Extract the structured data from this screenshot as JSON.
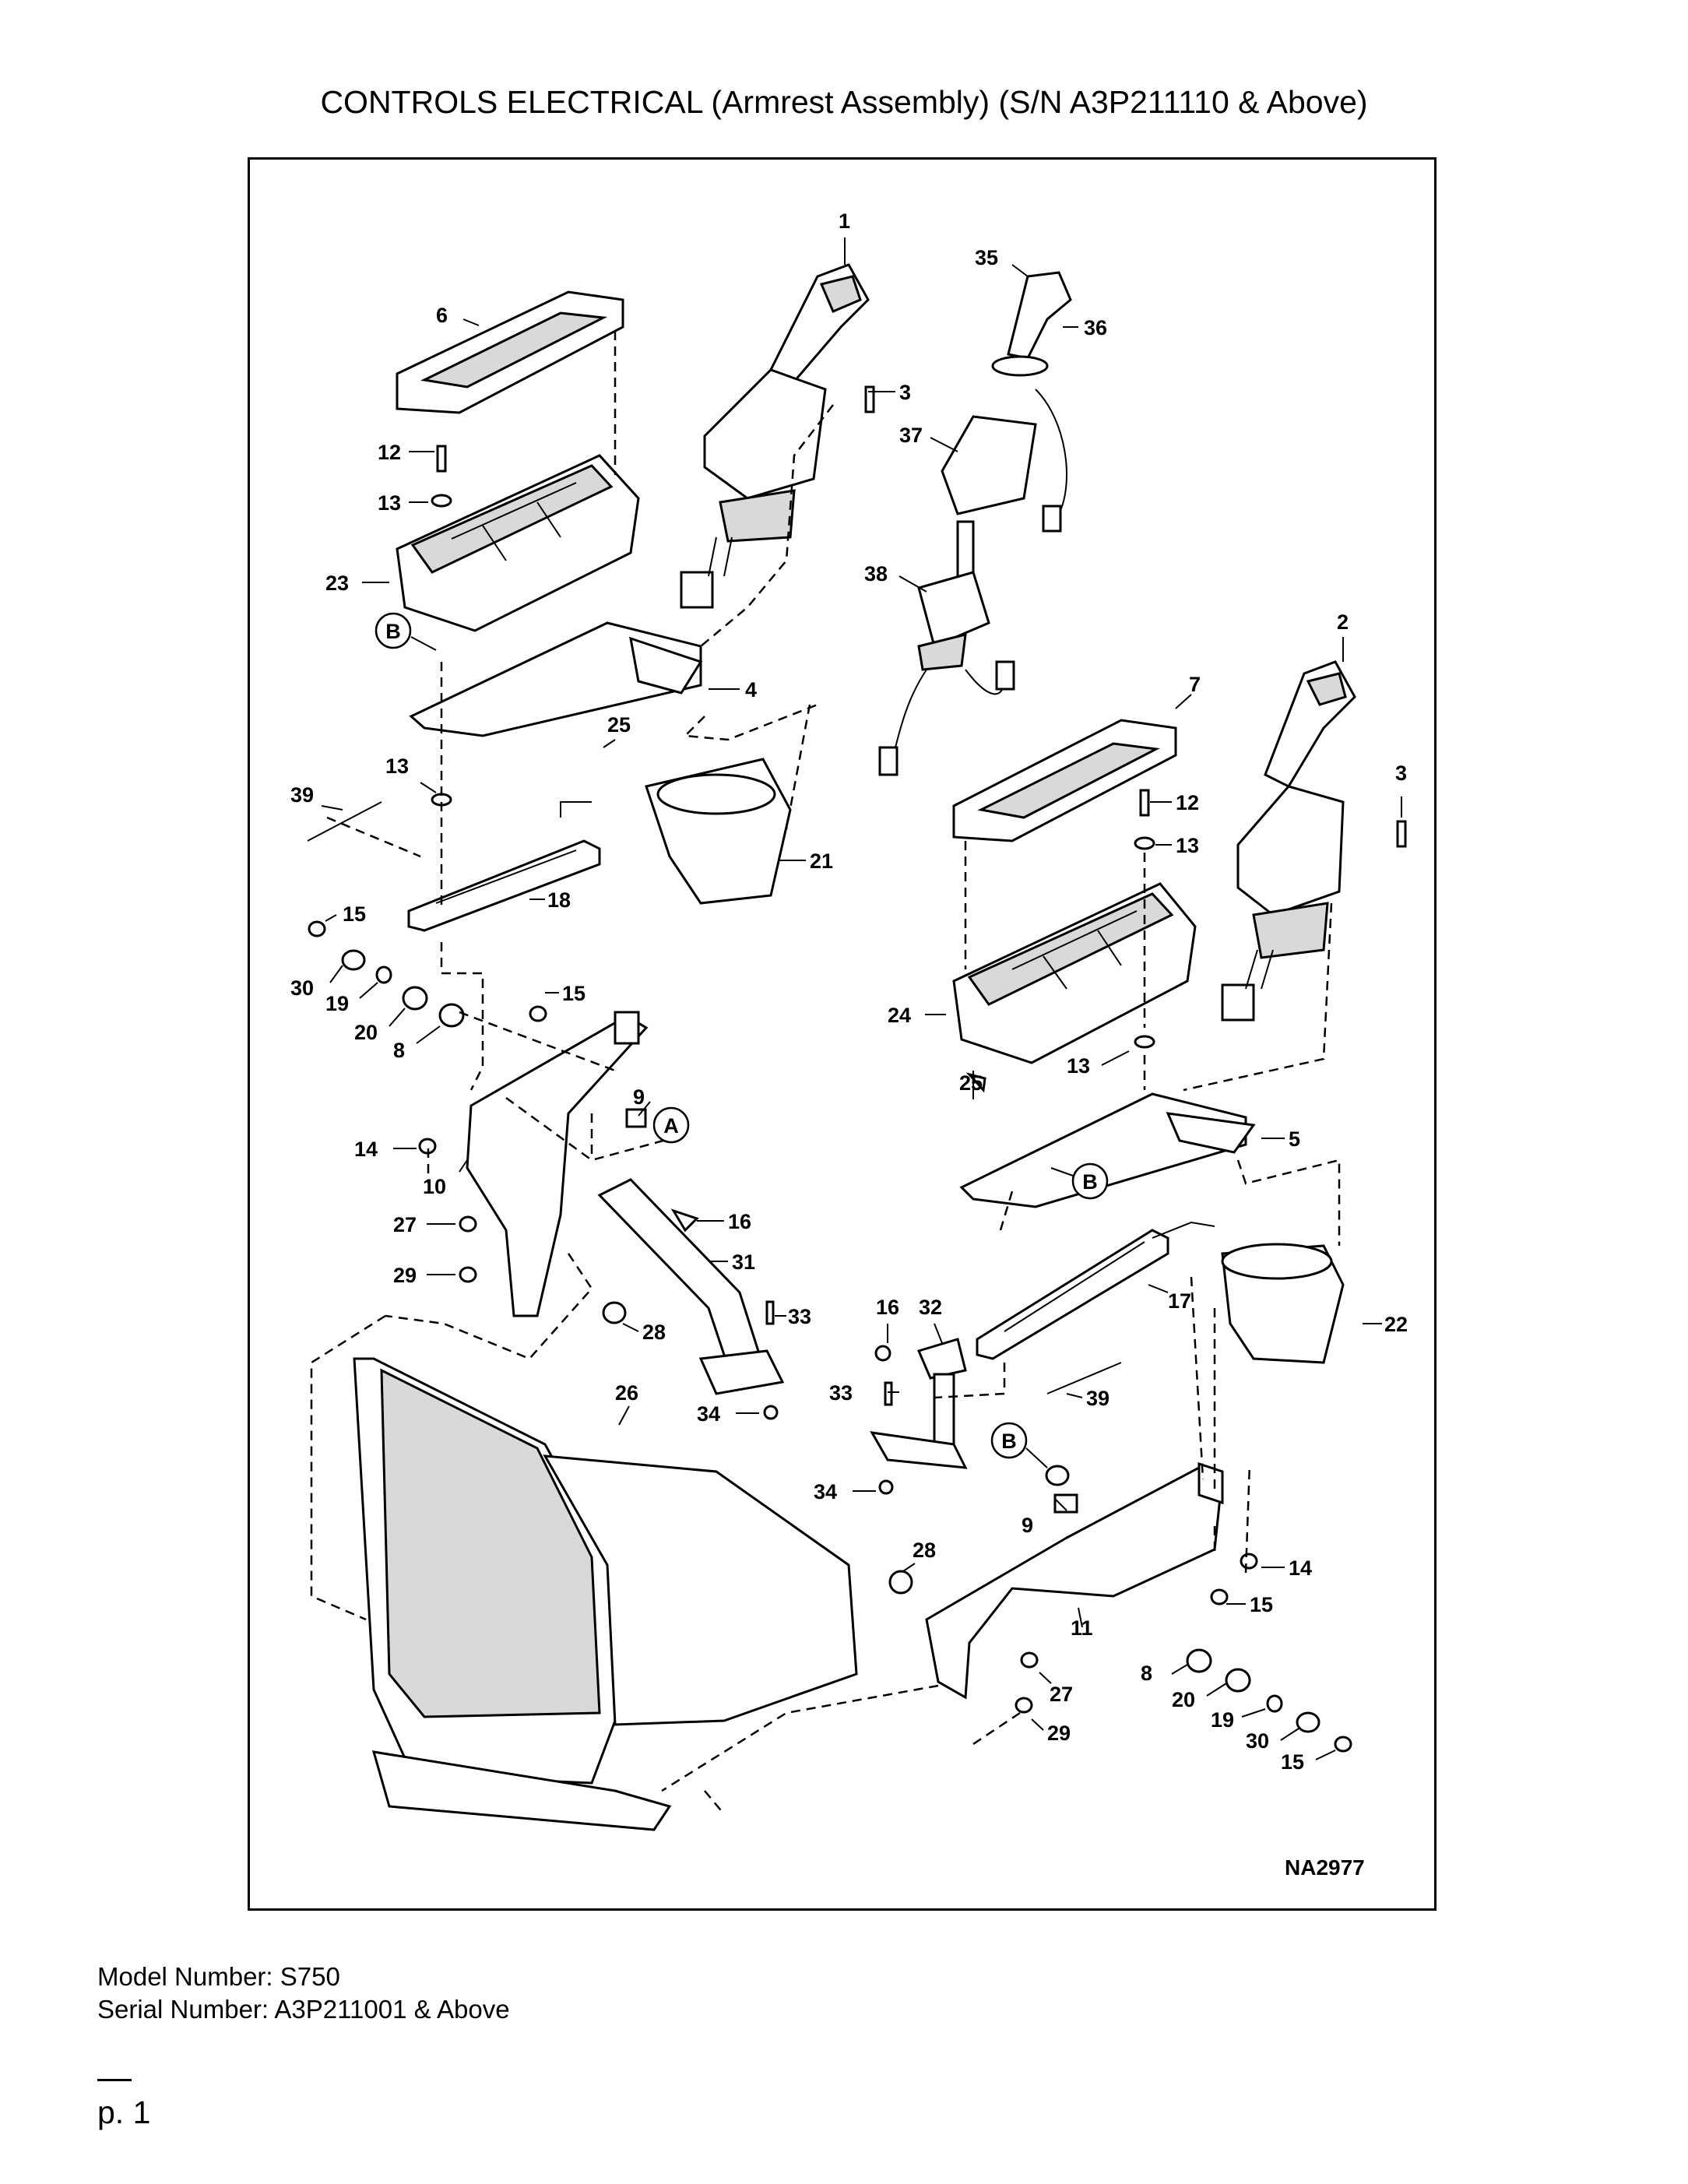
{
  "header": {
    "title": "CONTROLS ELECTRICAL (Armrest Assembly) (S/N A3P211110 & Above)"
  },
  "diagram": {
    "reference_code": "NA2977",
    "view_markers": [
      "B",
      "A",
      "B",
      "B"
    ],
    "callouts": [
      {
        "id": "c1",
        "label": "1"
      },
      {
        "id": "c35",
        "label": "35"
      },
      {
        "id": "c36",
        "label": "36"
      },
      {
        "id": "c6",
        "label": "6"
      },
      {
        "id": "c3a",
        "label": "3"
      },
      {
        "id": "c12a",
        "label": "12"
      },
      {
        "id": "c37",
        "label": "37"
      },
      {
        "id": "c13a",
        "label": "13"
      },
      {
        "id": "c23",
        "label": "23"
      },
      {
        "id": "c38",
        "label": "38"
      },
      {
        "id": "c2",
        "label": "2"
      },
      {
        "id": "c4",
        "label": "4"
      },
      {
        "id": "c7",
        "label": "7"
      },
      {
        "id": "c25a",
        "label": "25"
      },
      {
        "id": "c13b",
        "label": "13"
      },
      {
        "id": "c3b",
        "label": "3"
      },
      {
        "id": "c39a",
        "label": "39"
      },
      {
        "id": "c12b",
        "label": "12"
      },
      {
        "id": "c13c",
        "label": "13"
      },
      {
        "id": "c21",
        "label": "21"
      },
      {
        "id": "c18",
        "label": "18"
      },
      {
        "id": "c15a",
        "label": "15"
      },
      {
        "id": "c30a",
        "label": "30"
      },
      {
        "id": "c19a",
        "label": "19"
      },
      {
        "id": "c15b",
        "label": "15"
      },
      {
        "id": "c24",
        "label": "24"
      },
      {
        "id": "c20a",
        "label": "20"
      },
      {
        "id": "c8a",
        "label": "8"
      },
      {
        "id": "c25b",
        "label": "25"
      },
      {
        "id": "c13d",
        "label": "13"
      },
      {
        "id": "c9a",
        "label": "9"
      },
      {
        "id": "c5",
        "label": "5"
      },
      {
        "id": "c14a",
        "label": "14"
      },
      {
        "id": "c10",
        "label": "10"
      },
      {
        "id": "c16a",
        "label": "16"
      },
      {
        "id": "c27a",
        "label": "27"
      },
      {
        "id": "c31",
        "label": "31"
      },
      {
        "id": "c29a",
        "label": "29"
      },
      {
        "id": "c17",
        "label": "17"
      },
      {
        "id": "c33a",
        "label": "33"
      },
      {
        "id": "c16b",
        "label": "16"
      },
      {
        "id": "c32",
        "label": "32"
      },
      {
        "id": "c22",
        "label": "22"
      },
      {
        "id": "c28a",
        "label": "28"
      },
      {
        "id": "c26",
        "label": "26"
      },
      {
        "id": "c33b",
        "label": "33"
      },
      {
        "id": "c39b",
        "label": "39"
      },
      {
        "id": "c34a",
        "label": "34"
      },
      {
        "id": "c34b",
        "label": "34"
      },
      {
        "id": "c9b",
        "label": "9"
      },
      {
        "id": "c28b",
        "label": "28"
      },
      {
        "id": "c14b",
        "label": "14"
      },
      {
        "id": "c15c",
        "label": "15"
      },
      {
        "id": "c11",
        "label": "11"
      },
      {
        "id": "c27b",
        "label": "27"
      },
      {
        "id": "c8b",
        "label": "8"
      },
      {
        "id": "c20b",
        "label": "20"
      },
      {
        "id": "c19b",
        "label": "19"
      },
      {
        "id": "c29b",
        "label": "29"
      },
      {
        "id": "c30b",
        "label": "30"
      },
      {
        "id": "c15d",
        "label": "15"
      }
    ]
  },
  "footer": {
    "model_number": "Model Number: S750",
    "serial_number": "Serial Number: A3P211001 & Above",
    "page": "p. 1"
  }
}
